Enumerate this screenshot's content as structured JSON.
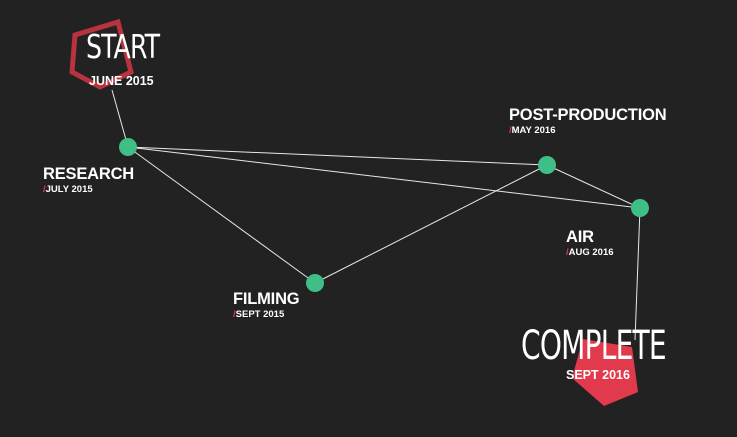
{
  "colors": {
    "background": "#222222",
    "node": "#3fbf87",
    "line": "#e8e8e8",
    "accent": "#e03a4c"
  },
  "start": {
    "title": "START",
    "date": "JUNE 2015",
    "icon": "pentagon-outline-icon"
  },
  "complete": {
    "title": "COMPLETE",
    "date": "SEPT 2016",
    "icon": "pentagon-filled-icon"
  },
  "milestones": [
    {
      "id": "research",
      "name": "RESEARCH",
      "date": "JULY 2015"
    },
    {
      "id": "filming",
      "name": "FILMING",
      "date": "SEPT 2015"
    },
    {
      "id": "post-production",
      "name": "POST-PRODUCTION",
      "date": "MAY 2016"
    },
    {
      "id": "air",
      "name": "AIR",
      "date": "AUG 2016"
    }
  ],
  "date_prefix": "/"
}
